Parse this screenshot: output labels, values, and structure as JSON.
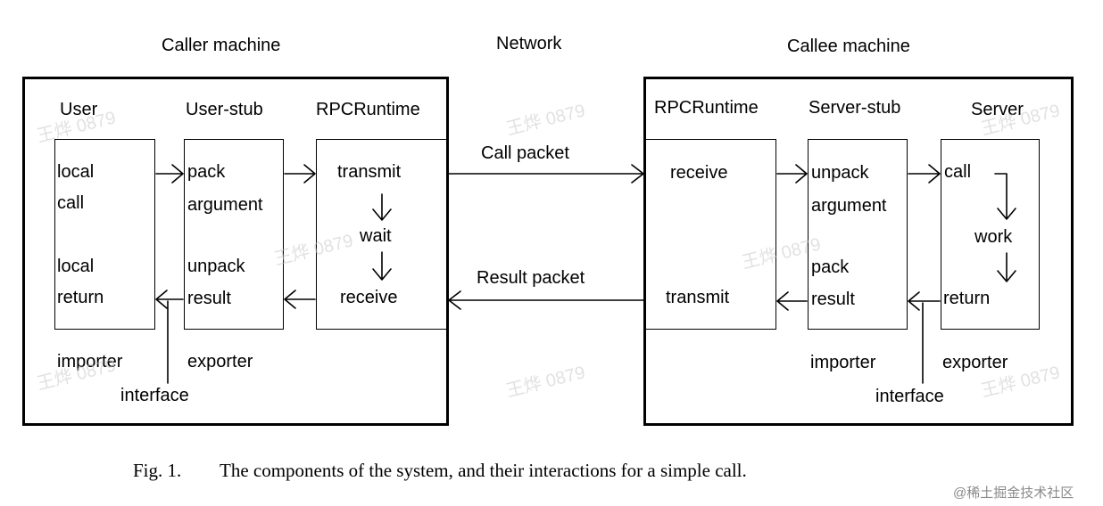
{
  "headers": {
    "caller": "Caller machine",
    "network": "Network",
    "callee": "Callee machine"
  },
  "caller": {
    "user_title": "User",
    "userstub_title": "User-stub",
    "runtime_title": "RPCRuntime",
    "user_local_call_1": "local",
    "user_local_call_2": "call",
    "user_local_return_1": "local",
    "user_local_return_2": "return",
    "stub_pack_1": "pack",
    "stub_pack_2": "argument",
    "stub_unpack_1": "unpack",
    "stub_unpack_2": "result",
    "rt_transmit": "transmit",
    "rt_wait": "wait",
    "rt_receive": "receive",
    "importer": "importer",
    "exporter": "exporter",
    "interface": "interface"
  },
  "network": {
    "call_packet": "Call packet",
    "result_packet": "Result packet"
  },
  "callee": {
    "runtime_title": "RPCRuntime",
    "serverstub_title": "Server-stub",
    "server_title": "Server",
    "rt_receive": "receive",
    "rt_transmit": "transmit",
    "stub_unpack_1": "unpack",
    "stub_unpack_2": "argument",
    "stub_pack_1": "pack",
    "stub_pack_2": "result",
    "srv_call": "call",
    "srv_work": "work",
    "srv_return": "return",
    "importer": "importer",
    "exporter": "exporter",
    "interface": "interface"
  },
  "caption": {
    "label": "Fig. 1.",
    "text": "The components of the system, and their interactions for a simple call."
  },
  "watermark": {
    "text": "王烨 0879",
    "site": "@稀土掘金技术社区"
  }
}
